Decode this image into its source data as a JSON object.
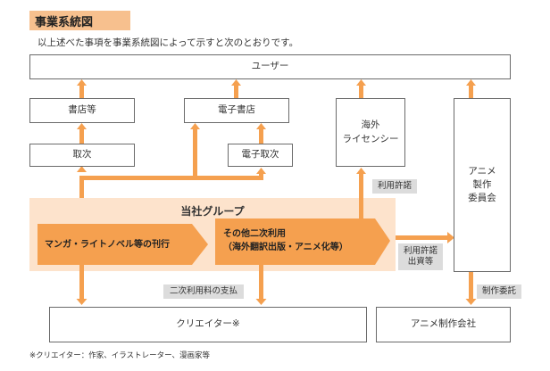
{
  "title": "事業系統図",
  "intro": "以上述べた事項を事業系統図によって示すと次のとおりです。",
  "colors": {
    "arrow": "#f5a04f",
    "group_bg": "#fde3cc",
    "title_band": "#f7c08e",
    "label_bg": "#dcdcdc"
  },
  "nodes": {
    "user": "ユーザー",
    "bookstore": "書店等",
    "ebookstore": "電子書店",
    "distributor": "取次",
    "e_distributor": "電子取次",
    "overseas_line1": "海外",
    "overseas_line2": "ライセンシー",
    "committee_line1": "アニメ",
    "committee_line2": "製作",
    "committee_line3": "委員会",
    "creator": "クリエイター※",
    "anime_studio": "アニメ制作会社"
  },
  "group": {
    "title": "当社グループ",
    "publishing": "マンガ・ライトノベル等の刊行",
    "secondary_line1": "その他二次利用",
    "secondary_line2": "（海外翻訳出版・アニメ化等）"
  },
  "labels": {
    "license": "利用許諾",
    "license_invest_line1": "利用許諾",
    "license_invest_line2": "出資等",
    "fee_payment": "二次利用料の支払",
    "production_order": "制作委託"
  },
  "footnote": "※クリエイター：作家、イラストレーター、漫画家等"
}
